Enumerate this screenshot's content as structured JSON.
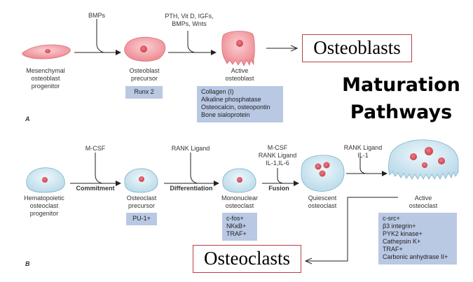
{
  "title": {
    "line1": "Maturation",
    "line2": "Pathways"
  },
  "panel_a": {
    "letter": "A",
    "signals": {
      "first": "BMPs",
      "second": "PTH, Vit D, IGFs,\nBMPs, Wnts"
    },
    "cells": {
      "mesenchymal": "Mesenchymal\nosteoblast\nprogenitor",
      "precursor": "Osteoblast\nprecursor",
      "active": "Active\nosteoblast"
    },
    "markers": {
      "precursor": "Runx 2",
      "active": "Collagen (I)\nAlkaline phosphatase\nOsteocalcin, osteopontin\nBone sialoprotein"
    },
    "result_box": "Osteoblasts"
  },
  "panel_b": {
    "letter": "B",
    "signals": {
      "mcsf": "M-CSF",
      "rank": "RANK Ligand",
      "fusion": "M-CSF\nRANK Ligand\nIL-1,IL-6",
      "activation": "RANK Ligand\nIL-1"
    },
    "steps": {
      "commitment": "Commitment",
      "differentiation": "Differentiation",
      "fusion": "Fusion"
    },
    "cells": {
      "hematopoietic": "Hematopoietic\nosteoclast\nprogenitor",
      "precursor": "Osteoclast\nprecursor",
      "mononuclear": "Mononuclear\nosteoclast",
      "quiescent": "Quiescent\nosteoclast",
      "active": "Active\nosteoclast"
    },
    "markers": {
      "precursor": "PU-1+",
      "mononuclear": "c-fos+\nNKκB+\nTRAF+",
      "active": "c-src+\nβ3 integrin+\nPYK2 kinase+\nCathepsin K+\nTRAF+\nCarbonic anhydrase II+"
    },
    "result_box": "Osteoclasts"
  },
  "colors": {
    "osteoblast_fill": "#f4a3a8",
    "nucleus": "#d9535e",
    "osteoclast_fill": "#cde5f0",
    "marker_box": "#b9c8e3",
    "result_border": "#b84040"
  }
}
